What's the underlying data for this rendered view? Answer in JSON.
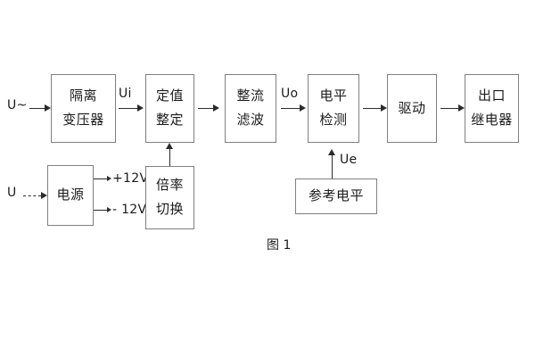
{
  "figure": {
    "caption": "图 1",
    "blocks": [
      {
        "id": "isolation-transformer",
        "lines": [
          "隔离",
          "变压器"
        ]
      },
      {
        "id": "setting-value",
        "lines": [
          "定值",
          "整定"
        ]
      },
      {
        "id": "rectify-filter",
        "lines": [
          "整流",
          "滤波"
        ]
      },
      {
        "id": "level-detection",
        "lines": [
          "电平",
          "检测"
        ]
      },
      {
        "id": "drive",
        "lines": [
          "驱动"
        ]
      },
      {
        "id": "output-relay",
        "lines": [
          "出口",
          "继电器"
        ]
      },
      {
        "id": "power-supply",
        "lines": [
          "电源"
        ]
      },
      {
        "id": "multiplier-switch",
        "lines": [
          "倍率",
          "切换"
        ]
      },
      {
        "id": "reference-level",
        "lines": [
          "参考电平"
        ]
      }
    ],
    "signals": {
      "input_ac": "U~",
      "input_dc": "U",
      "ui": "Ui",
      "uo": "Uo",
      "ue": "Ue",
      "rail_positive": "+12V",
      "rail_negative": "- 12V"
    }
  }
}
